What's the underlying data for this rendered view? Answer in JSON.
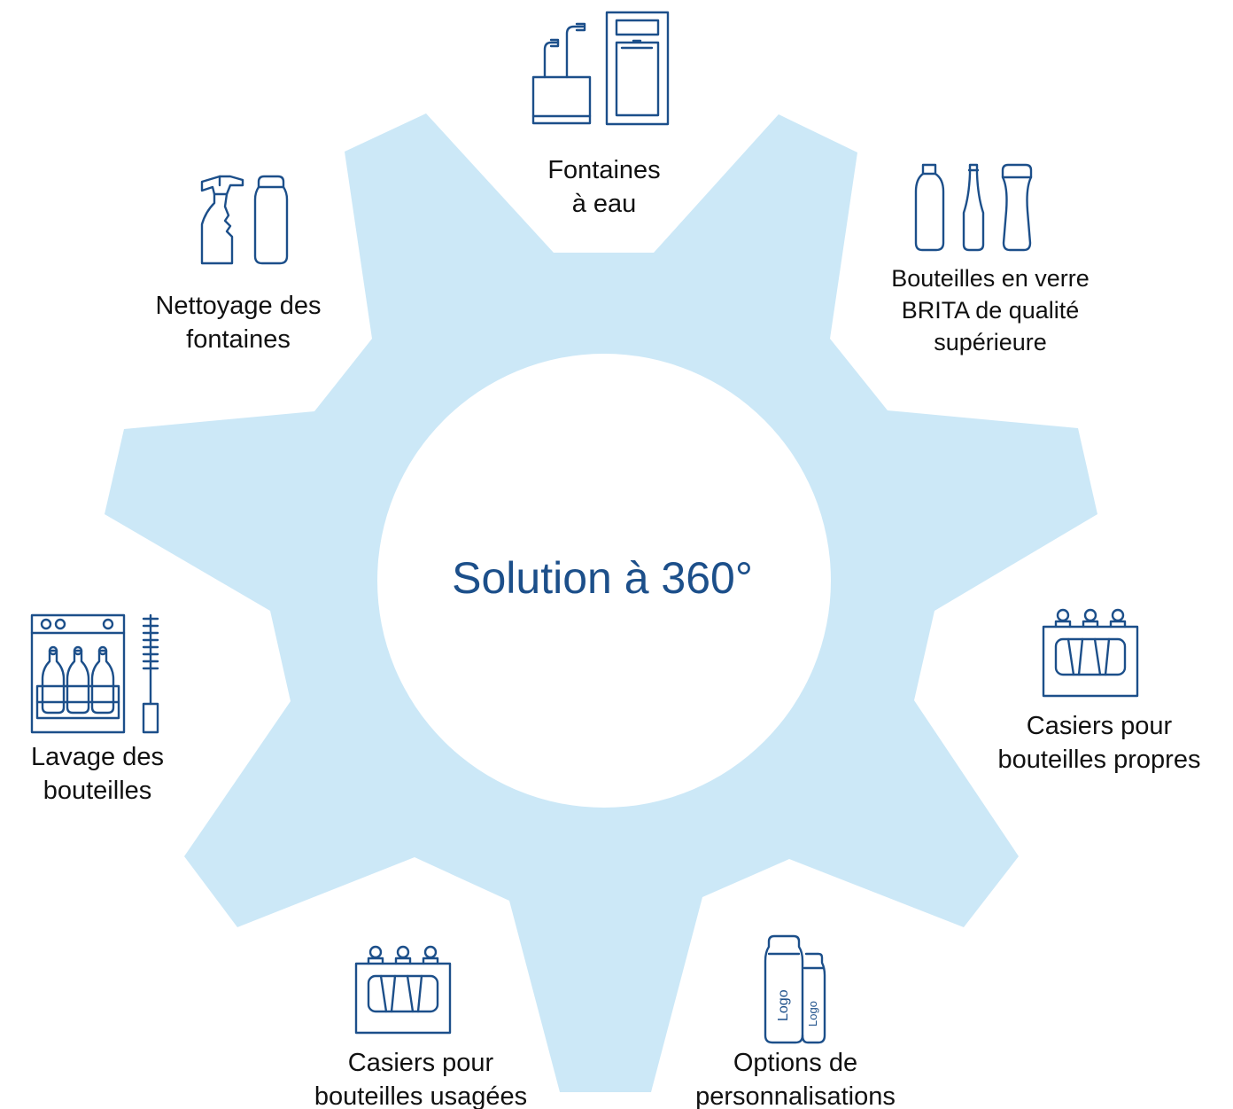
{
  "diagram": {
    "center_title": "Solution à 360°",
    "colors": {
      "gear_fill": "#cce8f7",
      "center_fill": "#ffffff",
      "accent": "#1c4f8a",
      "label_text": "#111111"
    },
    "nodes": [
      {
        "id": "water-fountains",
        "icon": "water-fountain-icon",
        "lines": [
          "Fontaines",
          "à eau"
        ]
      },
      {
        "id": "glass-bottles",
        "icon": "glass-bottles-icon",
        "lines": [
          "Bouteilles en verre",
          "BRITA de qualité",
          "supérieure"
        ]
      },
      {
        "id": "clean-crates",
        "icon": "bottle-crate-icon",
        "lines": [
          "Casiers pour",
          "bouteilles propres"
        ]
      },
      {
        "id": "personalisation",
        "icon": "logo-bottles-icon",
        "lines": [
          "Options de",
          "personnalisations"
        ],
        "icon_text": "Logo"
      },
      {
        "id": "used-crates",
        "icon": "bottle-crate-icon",
        "lines": [
          "Casiers pour",
          "bouteilles usagées"
        ]
      },
      {
        "id": "bottle-washing",
        "icon": "dishwasher-brush-icon",
        "lines": [
          "Lavage des",
          "bouteilles"
        ]
      },
      {
        "id": "fountain-cleaning",
        "icon": "spray-bottle-icon",
        "lines": [
          "Nettoyage des",
          "fontaines"
        ]
      }
    ]
  }
}
